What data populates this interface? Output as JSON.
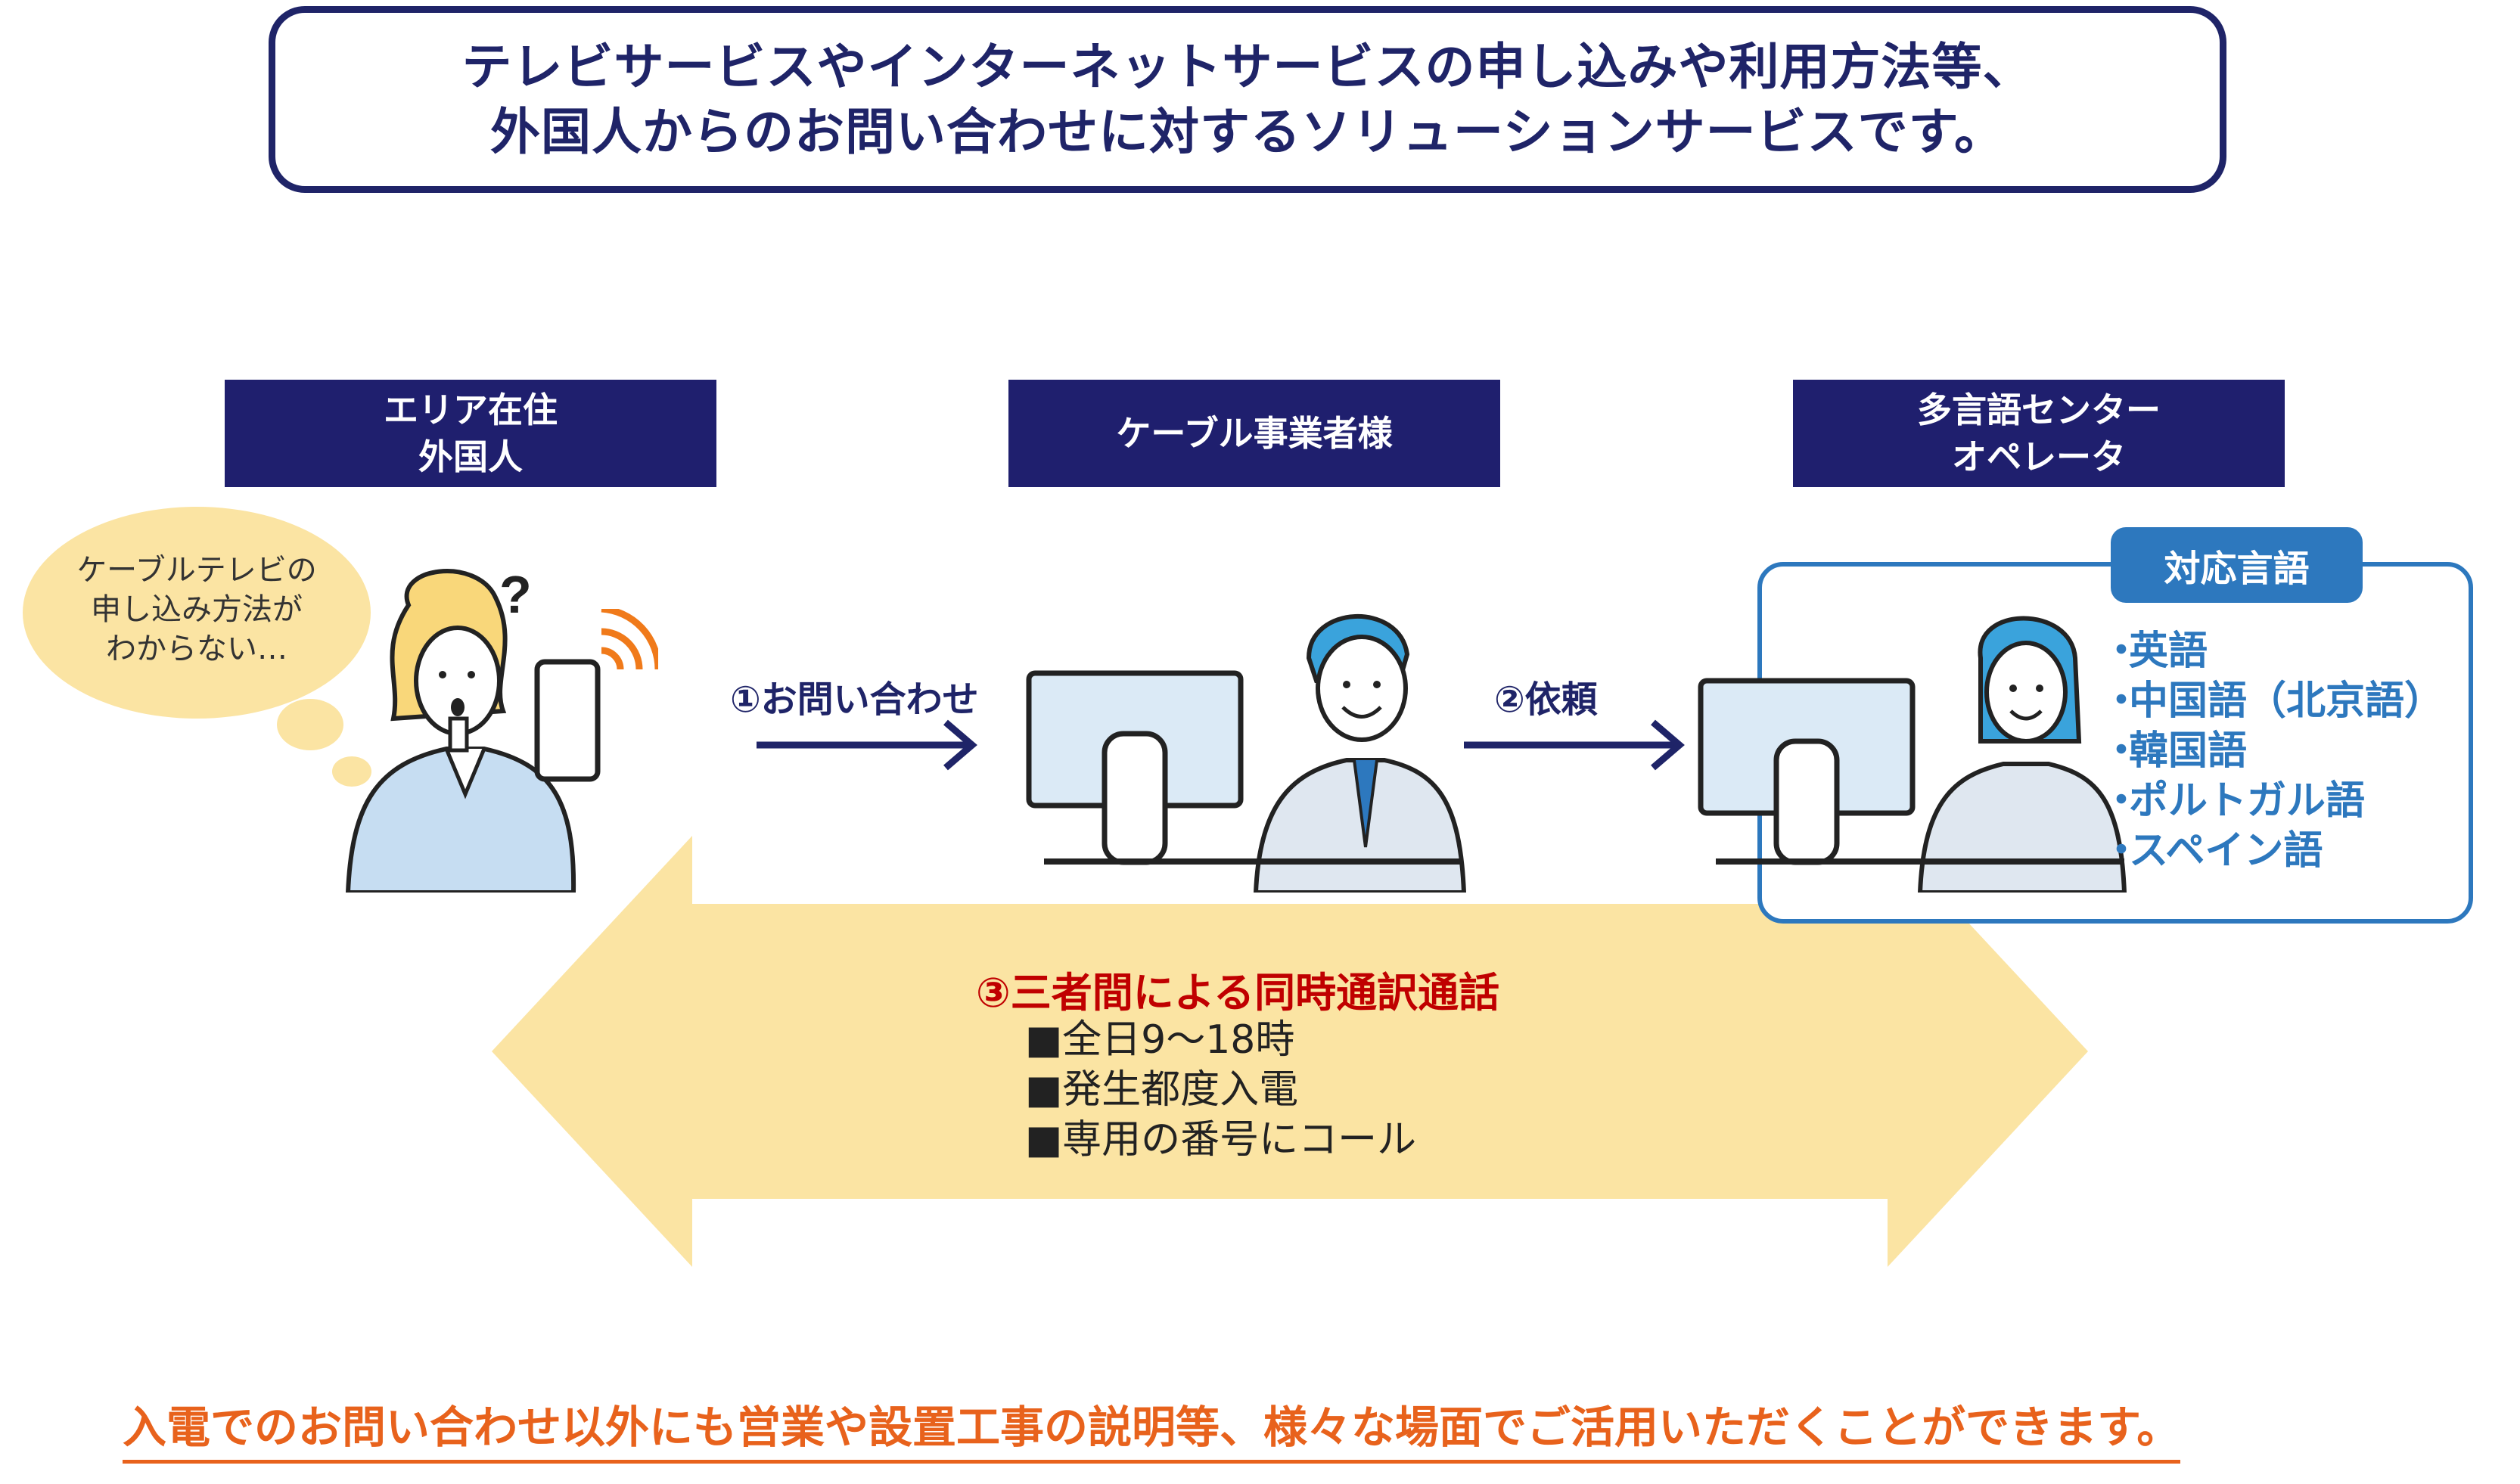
{
  "top_box": {
    "line1": "テレビサービスやインターネットサービスの申し込みや利用方法等、",
    "line2": "外国人からのお問い合わせに対するソリューションサービスです。"
  },
  "headers": {
    "resident": [
      "エリア在住",
      "外国人"
    ],
    "cable": [
      "ケーブル事業者様"
    ],
    "center": [
      "多言語センター",
      "オペレータ"
    ]
  },
  "bubble": [
    "ケーブルテレビの",
    "申し込み方法が",
    "わからない…"
  ],
  "question_mark": "?",
  "steps": {
    "inquiry": "①お問い合わせ",
    "request": "②依頼"
  },
  "languages": {
    "heading": "対応言語",
    "bullet": "・",
    "items": [
      "英語",
      "中国語（北京語）",
      "韓国語",
      "ポルトガル語",
      "スペイン語"
    ]
  },
  "three_way": {
    "title": "③三者間による同時通訳通話",
    "items": [
      "■全日9～18時",
      "■発生都度入電",
      "■専用の番号にコール"
    ]
  },
  "bottom_note": "入電でのお問い合わせ以外にも営業や設置工事の説明等、様々な場面でご活用いただくことができます。",
  "colors": {
    "navy": "#1f1f6e",
    "blue": "#2d78be",
    "red": "#c00000",
    "orange": "#e8621c",
    "arrow_fill": "#fbe4a3"
  }
}
